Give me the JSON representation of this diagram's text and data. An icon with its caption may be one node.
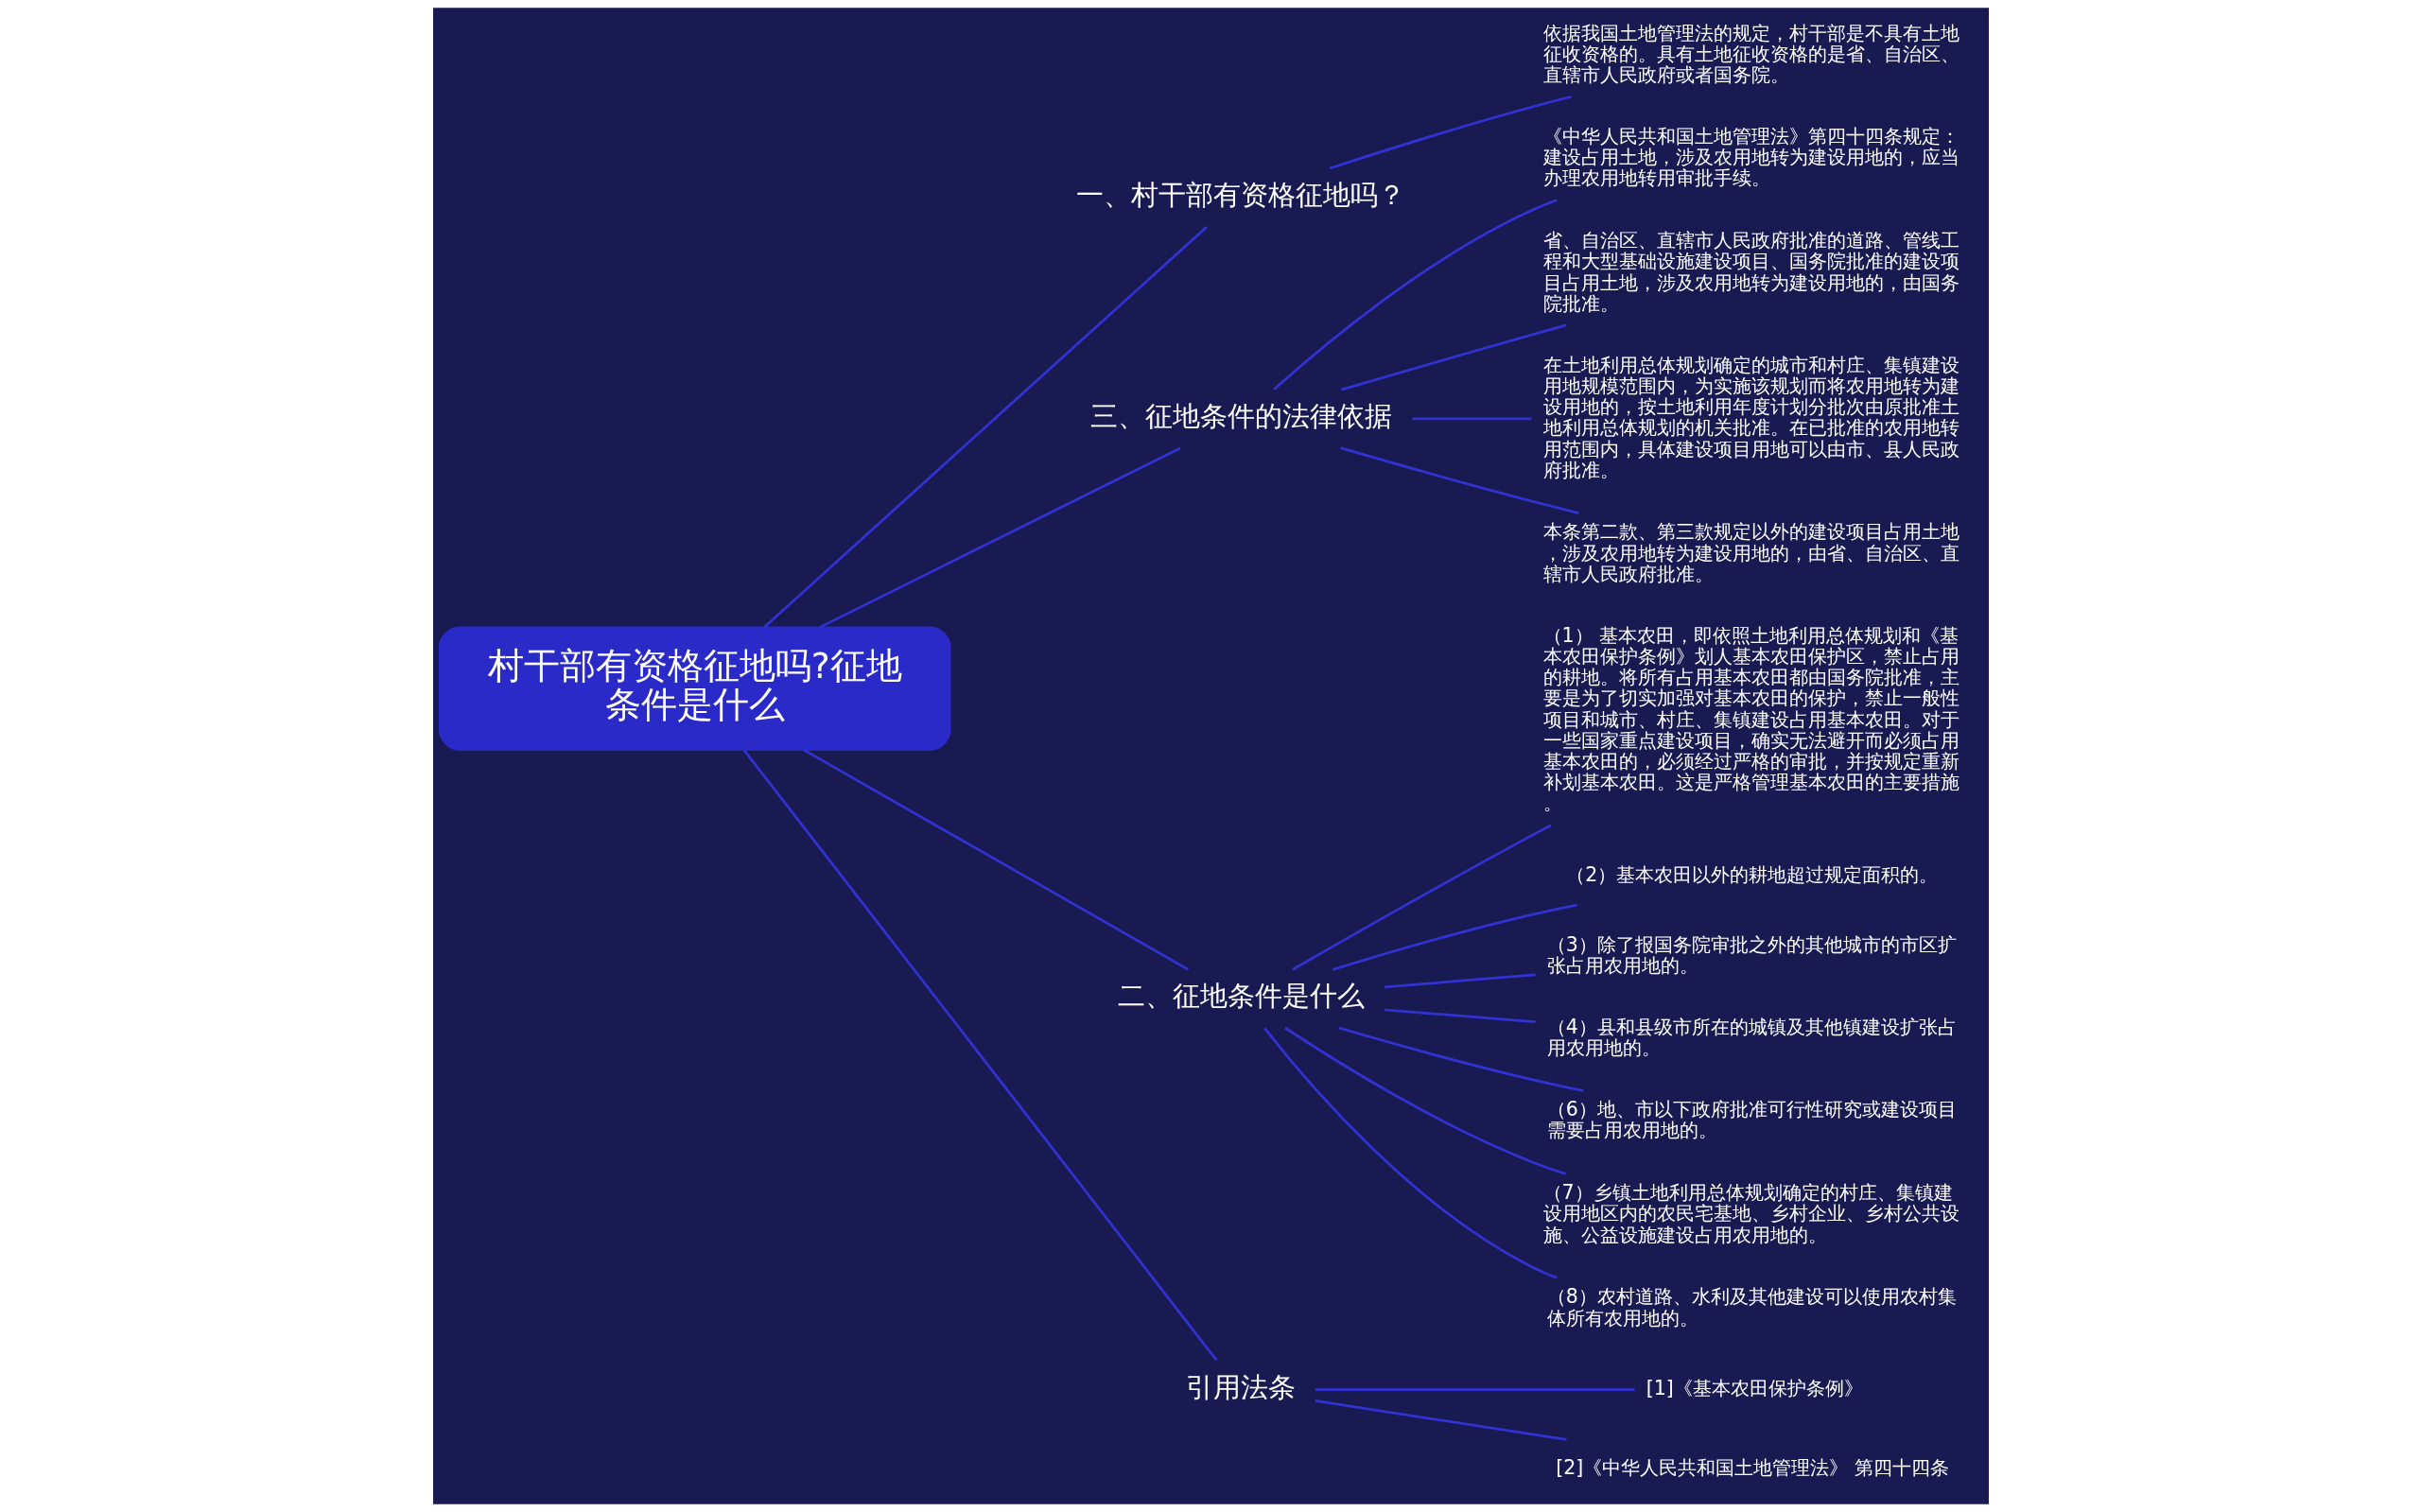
{
  "diagram": {
    "nodes": [
      {
        "text": [
          "村干部有资格征地吗?征地条件是什么"
        ]
      },
      {
        "text": [
          "一、村干部有资格征地吗？"
        ]
      },
      {
        "text": [
          "依据我国土地管理法的规定，村干部是不具有土地征收资格的。具有土地征收资格的是省、自治区、直辖市人民政府或者国务院。"
        ]
      },
      {
        "text": [
          "三、征地条件的法律依据"
        ]
      },
      {
        "text": [
          "《中华人民共和国土地管理法》第四十四条规定：建设占用土地，涉及农用地转为建设用地的，应当办理农用地转用审批手续。"
        ]
      },
      {
        "text": [
          "省、自治区、直辖市人民政府批准的道路、管线工程和大型基础设施建设项目、国务院批准的建设项目占用土地，涉及农用地转为建设用地的，由国务院批准。"
        ]
      },
      {
        "text": [
          "在土地利用总体规划确定的城市和村庄、集镇建设用地规模范围内，为实施该规划而将农用地转为建设用地的，按土地利用年度计划分批次由原批准土地利用总体规划的机关批准。在已批准的农用地转用范围内，具体建设项目用地可以由市、县人民政府批准。"
        ]
      },
      {
        "text": [
          "本条第二款、第三款规定以外的建设项目占用土地，涉及农用地转为建设用地的，由省、自治区、直辖市人民政府批准。"
        ]
      },
      {
        "text": [
          "二、征地条件是什么"
        ]
      },
      {
        "text": [
          "（1） 基本农田，即依照土地利用总体规划和《基本农田保护条例》划人基本农田保护区，禁止占用的耕地。将所有占用基本农田都由国务院批准，主要是为了切实加强对基本农田的保护，禁止一般性项目和城市、村庄、集镇建设占用基本农田。对于一些国家重点建设项目，确实无法避开而必须占用基本农田的，必须经过严格的审批，并按规定重新补划基本农田。这是严格管理基本农田的主要措施。"
        ]
      },
      {
        "text": [
          "（2）基本农田以外的耕地超过规定面积的。"
        ]
      },
      {
        "text": [
          "（3）除了报国务院审批之外的其他城市的市区扩张占用农用地的。"
        ]
      },
      {
        "text": [
          "（4）县和县级市所在的城镇及其他镇建设扩张占用农用地的。"
        ]
      },
      {
        "text": [
          "（6）地、市以下政府批准可行性研究或建设项目需要占用农用地的。"
        ]
      },
      {
        "text": [
          "（7）乡镇土地利用总体规划确定的村庄、集镇建设用地区内的农民宅基地、乡村企业、乡村公共设施、公益设施建设占用农用地的。"
        ]
      },
      {
        "text": [
          "（8）农村道路、水利及其他建设可以使用农村集体所有农用地的。"
        ]
      },
      {
        "text": [
          "引用法条"
        ]
      },
      {
        "text": [
          "[1]《基本农田保护条例》"
        ]
      },
      {
        "text": [
          "[2]《中华人民共和国土地管理法》 第四十四条"
        ]
      }
    ],
    "edges": [
      {
        "from": 0,
        "to": 1,
        "arrow": "none"
      },
      {
        "from": 1,
        "to": 2,
        "arrow": "none"
      },
      {
        "from": 0,
        "to": 3,
        "arrow": "none"
      },
      {
        "from": 3,
        "to": 4,
        "arrow": "none"
      },
      {
        "from": 3,
        "to": 5,
        "arrow": "none"
      },
      {
        "from": 3,
        "to": 6,
        "arrow": "none"
      },
      {
        "from": 3,
        "to": 7,
        "arrow": "none"
      },
      {
        "from": 0,
        "to": 8,
        "arrow": "none"
      },
      {
        "from": 8,
        "to": 9,
        "arrow": "none"
      },
      {
        "from": 8,
        "to": 10,
        "arrow": "none"
      },
      {
        "from": 8,
        "to": 11,
        "arrow": "none"
      },
      {
        "from": 8,
        "to": 12,
        "arrow": "none"
      },
      {
        "from": 8,
        "to": 13,
        "arrow": "none"
      },
      {
        "from": 8,
        "to": 14,
        "arrow": "none"
      },
      {
        "from": 8,
        "to": 15,
        "arrow": "none"
      },
      {
        "from": 0,
        "to": 16,
        "arrow": "none"
      },
      {
        "from": 16,
        "to": 17,
        "arrow": "none"
      },
      {
        "from": 16,
        "to": 18,
        "arrow": "none"
      }
    ]
  }
}
